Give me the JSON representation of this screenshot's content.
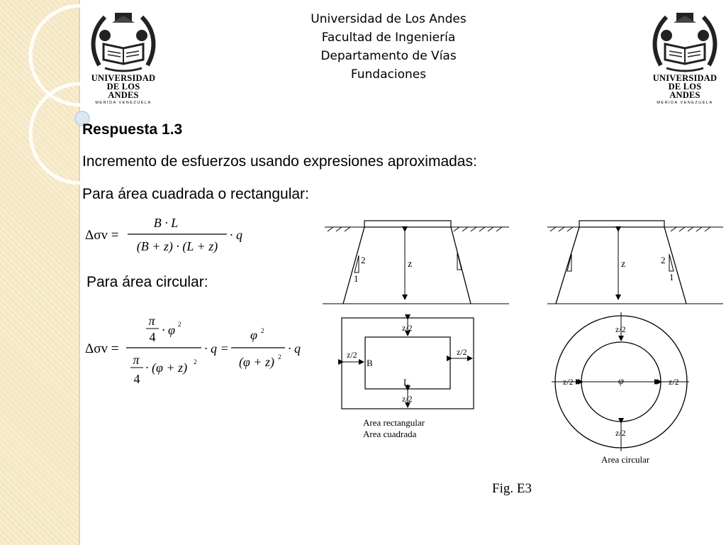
{
  "header": {
    "line1": "Universidad de Los Andes",
    "line2": "Facultad de Ingeniería",
    "line3": "Departamento de Vías",
    "line4": "Fundaciones"
  },
  "logo": {
    "name_line1": "UNIVERSIDAD",
    "name_line2": "DE LOS ANDES",
    "subtitle": "MERIDA VENEZUELA"
  },
  "content": {
    "answer_title": "Respuesta 1.3",
    "intro": "Incremento de esfuerzos usando expresiones aproximadas:",
    "rect_heading": "Para área cuadrada o rectangular:",
    "circ_heading": "Para área circular:"
  },
  "formula_rect": {
    "lhs": "Δσv =",
    "numerator": "B · L",
    "denominator": "(B + z) · (L + z)",
    "factor": "· q"
  },
  "formula_circ": {
    "lhs": "Δσv =",
    "pi": "π",
    "four": "4",
    "phi2": "· φ",
    "exp": "2",
    "inner_den": "· (φ + z)",
    "eq_q": "· q =",
    "num2": "φ",
    "den2": "(φ + z)",
    "factor": "· q"
  },
  "figure": {
    "ratio_two": "2",
    "ratio_one": "1",
    "z_label": "z",
    "z_over_2": "z/2",
    "b_label": "B",
    "l_label": "L",
    "phi_label": "φ",
    "legend_rect_1": "Area rectangular",
    "legend_rect_2": "Area cuadrada",
    "legend_circ": "Area circular",
    "caption": "Fig. E3"
  }
}
